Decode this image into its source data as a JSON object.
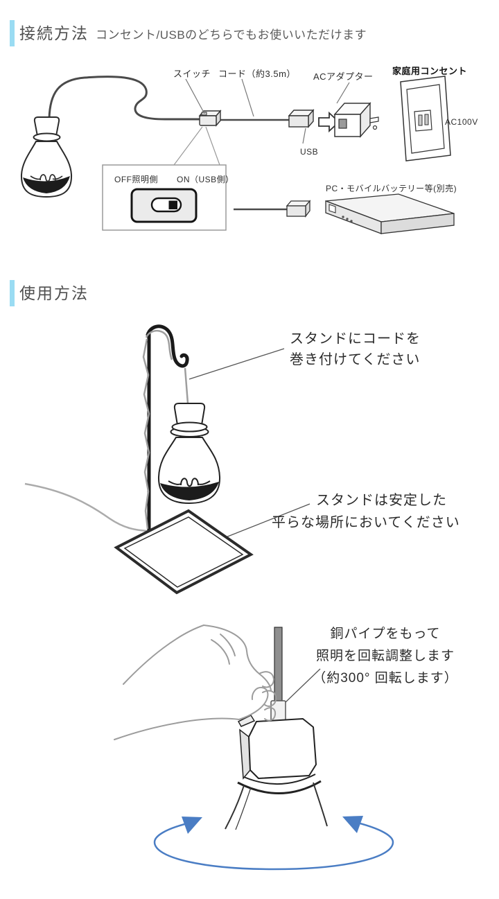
{
  "connection": {
    "title": "接続方法",
    "subtitle": "コンセント/USBのどちらでもお使いいただけます",
    "labels": {
      "switch": "スイッチ",
      "cord": "コード（約3.5m）",
      "ac_adapter": "ACアダプター",
      "home_outlet": "家庭用コンセント",
      "voltage": "AC100V",
      "usb": "USB",
      "pc_battery": "PC・モバイルバッテリー等(別売)"
    },
    "switch_detail": {
      "off": "OFF照明側",
      "on": "ON（USB側）"
    }
  },
  "usage": {
    "title": "使用方法",
    "note_wrap": {
      "line1": "スタンドにコードを",
      "line2": "巻き付けてください"
    },
    "note_place": {
      "line1": "スタンドは安定した",
      "line2": "平らな場所においてください"
    },
    "note_rotate": {
      "line1": "銅パイプをもって",
      "line2": "照明を回転調整します",
      "line3": "（約300° 回転します）"
    }
  },
  "colors": {
    "accent_bar": "#9adcf3",
    "rotation_arrow_blue": "#4a7dc4",
    "line_dark": "#2a2a2a"
  }
}
